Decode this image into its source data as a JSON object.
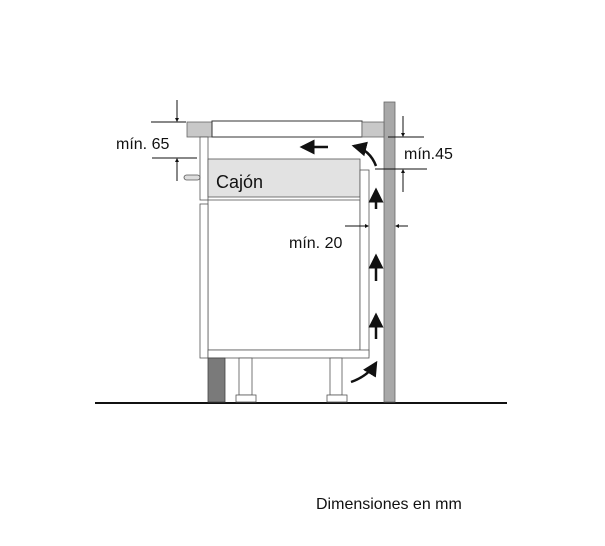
{
  "labels": {
    "min_65": "mín. 65",
    "min_45": "mín.45",
    "min_20": "mín. 20",
    "drawer": "Cajón",
    "caption": "Dimensiones en mm"
  },
  "colors": {
    "wall": "#a8a8a8",
    "drawer": "#e2e2e2",
    "plinth": "#7a7a7a",
    "worktop_block": "#c8c8c8"
  }
}
